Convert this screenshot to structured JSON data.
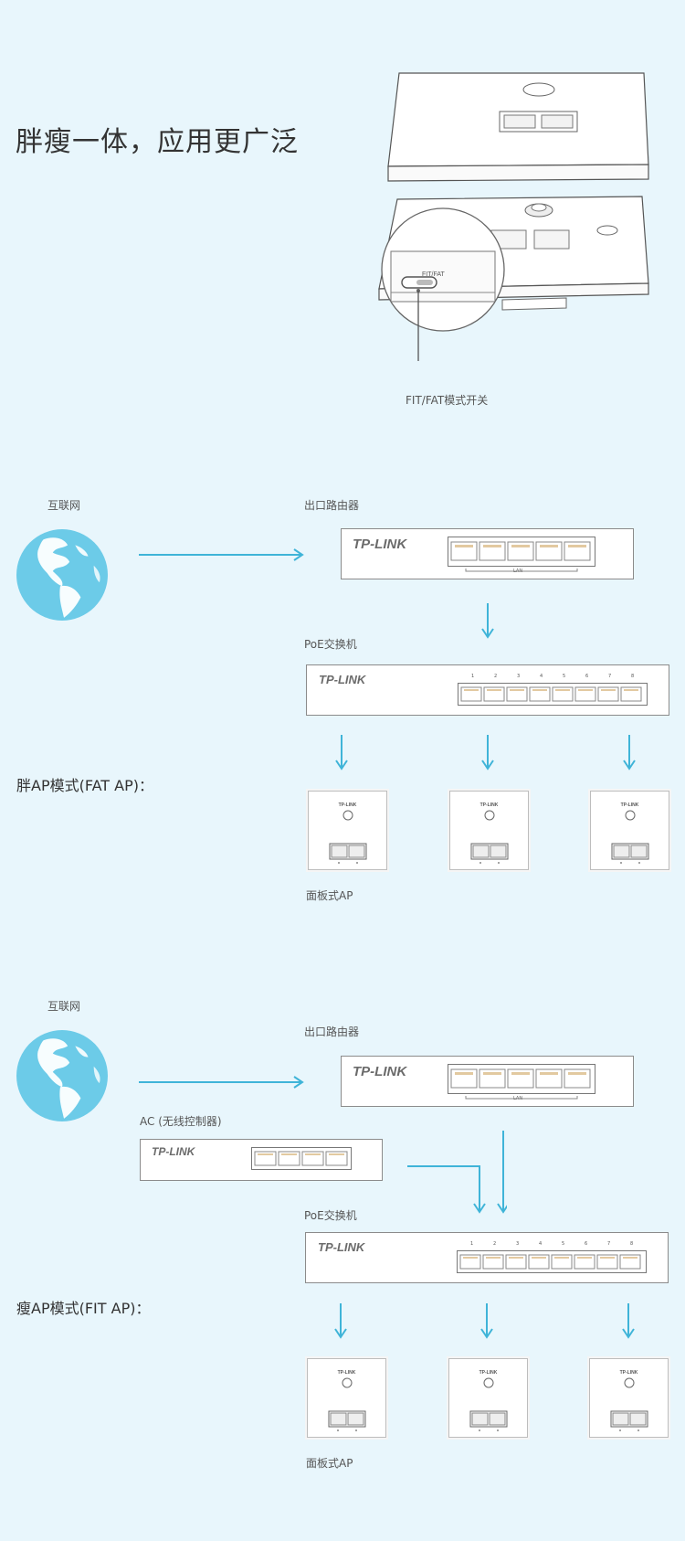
{
  "headline": "胖瘦一体，应用更广泛",
  "hero": {
    "switch_label_on_device": "FIT/FAT",
    "switch_caption": "FIT/FAT模式开关"
  },
  "fat": {
    "internet_label": "互联网",
    "router_label": "出口路由器",
    "router_brand": "TP-LINK",
    "router_lan": "LAN",
    "switch_label": "PoE交换机",
    "switch_brand": "TP-LINK",
    "port_numbers": [
      "1",
      "2",
      "3",
      "4",
      "5",
      "6",
      "7",
      "8"
    ],
    "mode_title": "胖AP模式(FAT AP)：",
    "ap_brand": "TP-LINK",
    "ap_label": "面板式AP"
  },
  "fit": {
    "internet_label": "互联网",
    "router_label": "出口路由器",
    "router_brand": "TP-LINK",
    "router_lan": "LAN",
    "ac_label": "AC (无线控制器)",
    "ac_brand": "TP-LINK",
    "switch_label": "PoE交换机",
    "switch_brand": "TP-LINK",
    "port_numbers": [
      "1",
      "2",
      "3",
      "4",
      "5",
      "6",
      "7",
      "8"
    ],
    "mode_title": "瘦AP模式(FIT AP)：",
    "ap_brand": "TP-LINK",
    "ap_label": "面板式AP"
  },
  "colors": {
    "background": "#e8f6fc",
    "arrow": "#3fb4d8",
    "globe": "#6ccbe8"
  }
}
